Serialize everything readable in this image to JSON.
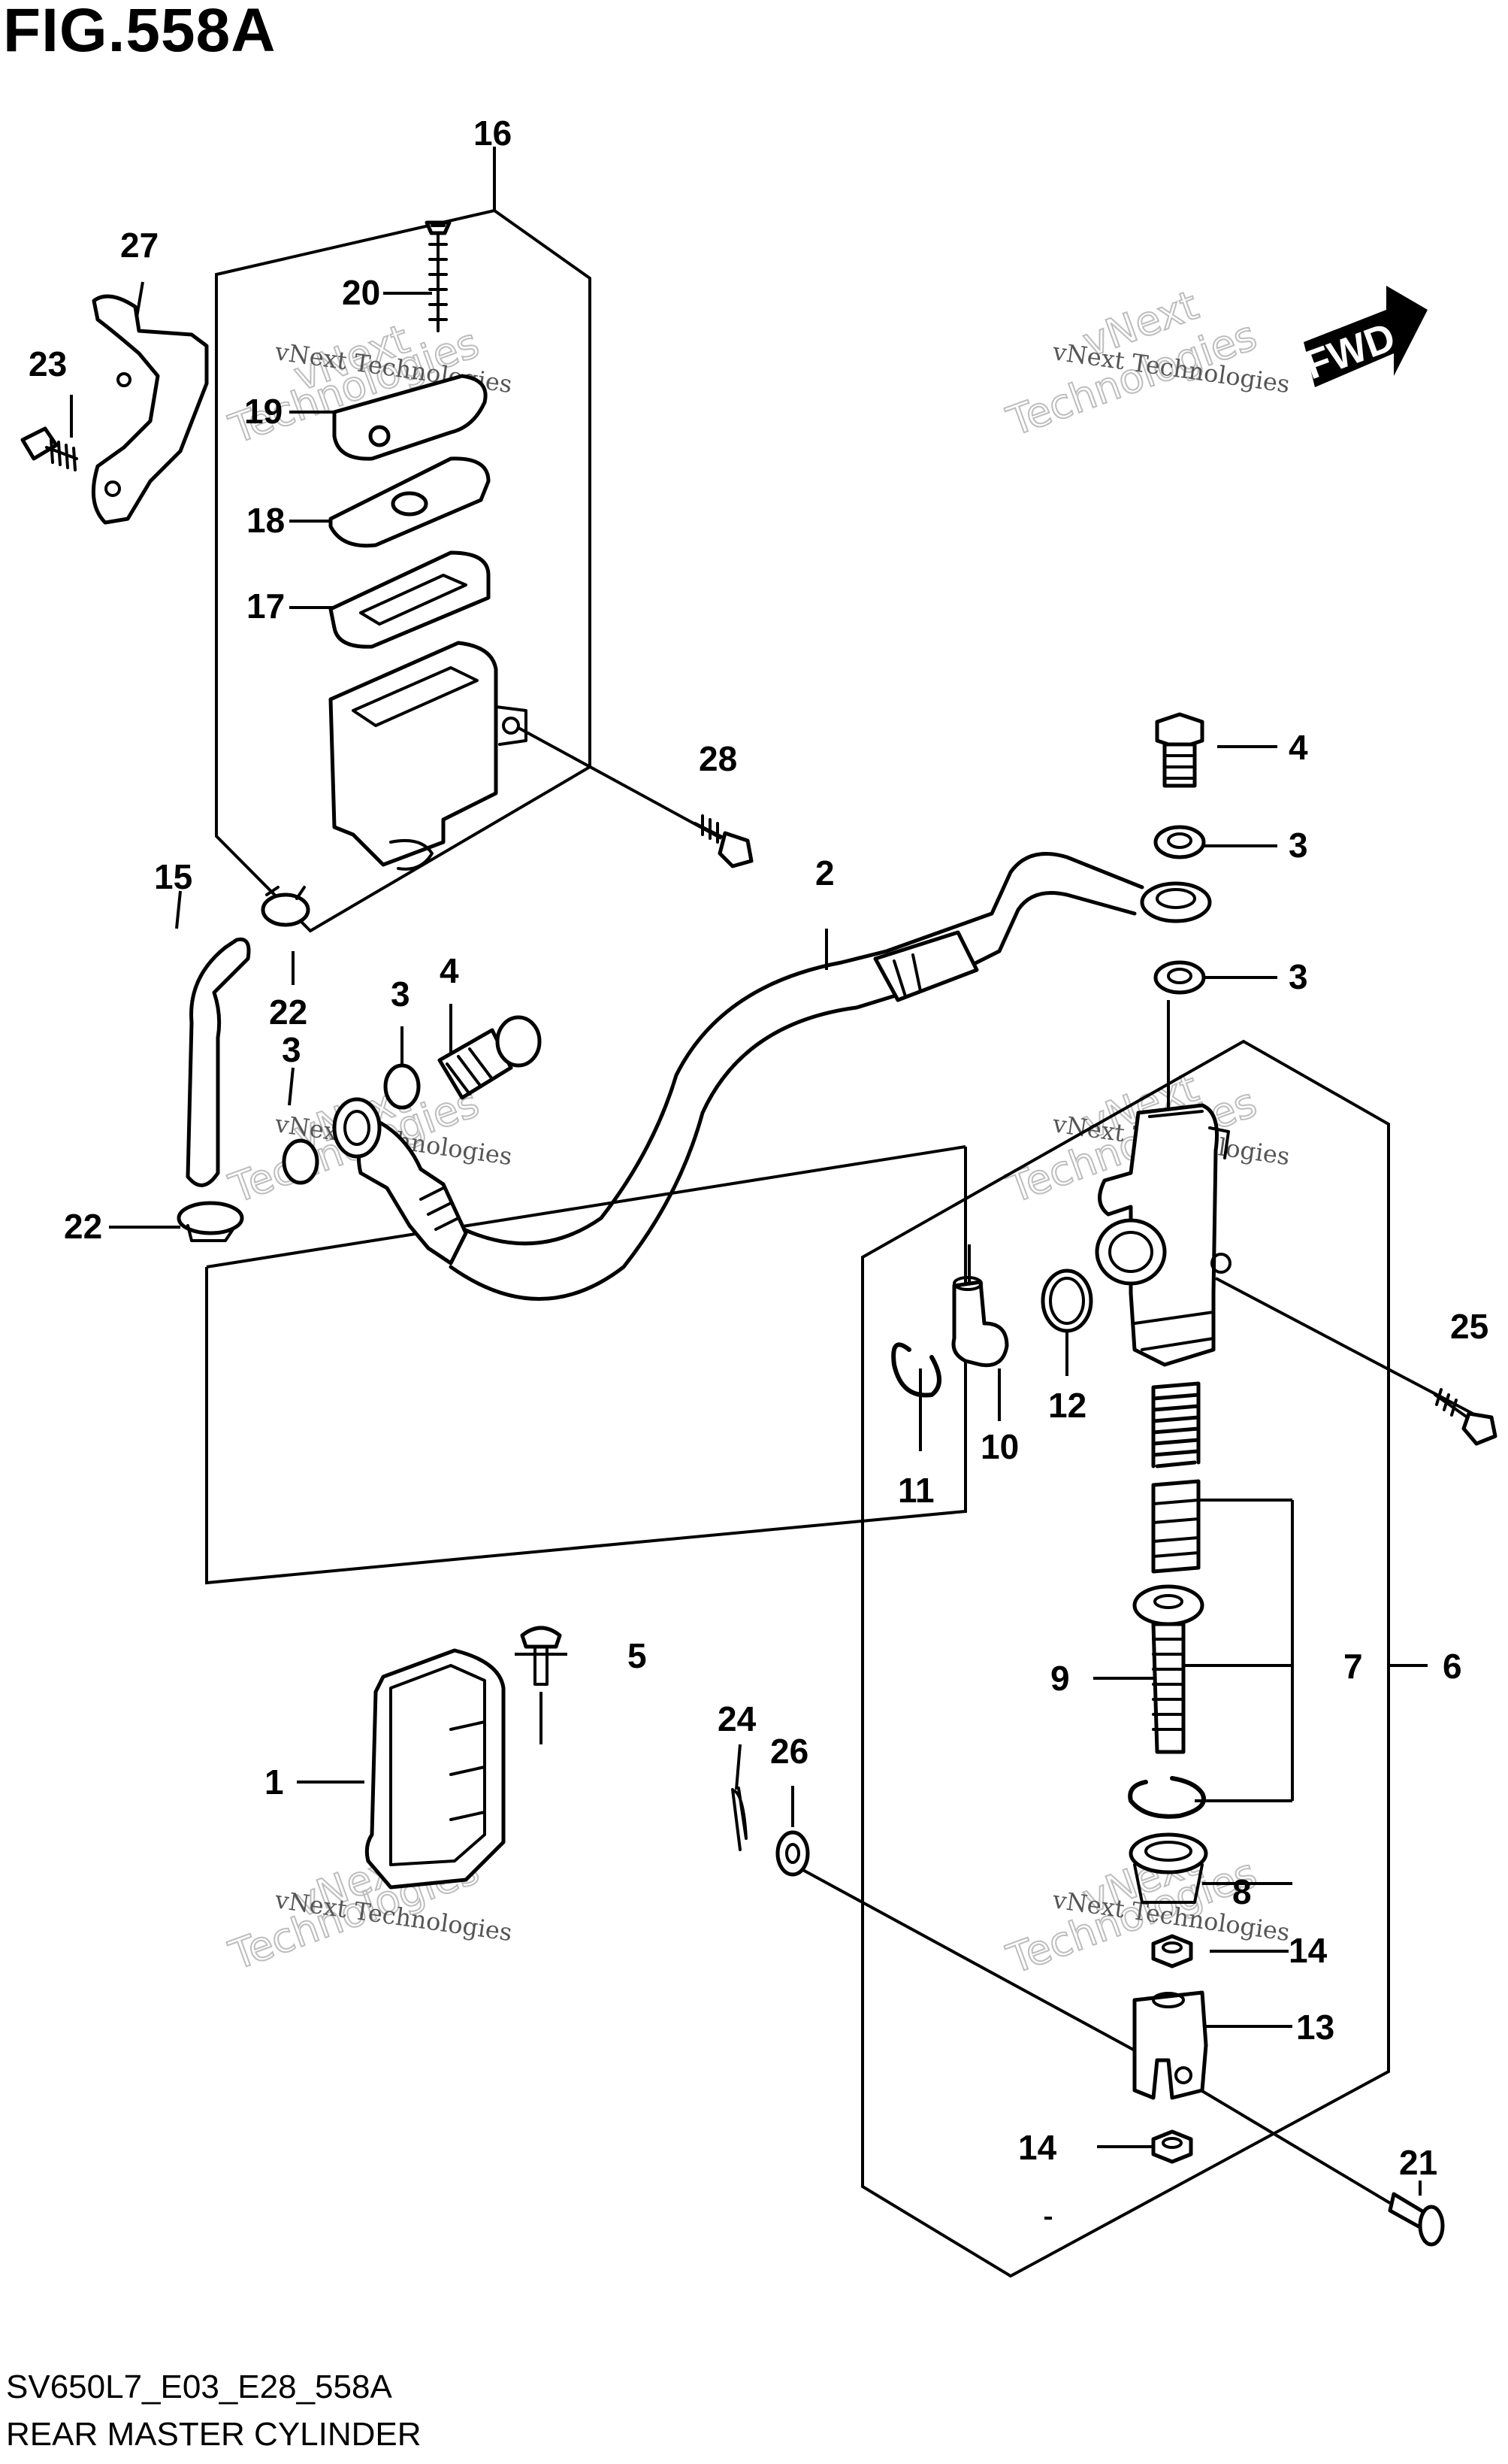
{
  "figure": {
    "title": "FIG.558A",
    "code": "SV650L7_E03_E28_558A",
    "name": "REAR MASTER CYLINDER",
    "direction_label": "FWD"
  },
  "watermark": {
    "small": "vNext Technologies",
    "big_1": "vNext",
    "big_2": "Technologies"
  },
  "callouts": {
    "n1": "1",
    "n2": "2",
    "n3a": "3",
    "n3b": "3",
    "n3c": "3",
    "n3d": "3",
    "n4a": "4",
    "n4b": "4",
    "n5": "5",
    "n6": "6",
    "n7": "7",
    "n8": "8",
    "n9": "9",
    "n10": "10",
    "n11": "11",
    "n12": "12",
    "n13": "13",
    "n14a": "14",
    "n14b": "14",
    "n15": "15",
    "n16": "16",
    "n17": "17",
    "n18": "18",
    "n19": "19",
    "n20": "20",
    "n21": "21",
    "n22a": "22",
    "n22b": "22",
    "n23": "23",
    "n24": "24",
    "n25": "25",
    "n26": "26",
    "n27": "27",
    "n28": "28"
  }
}
